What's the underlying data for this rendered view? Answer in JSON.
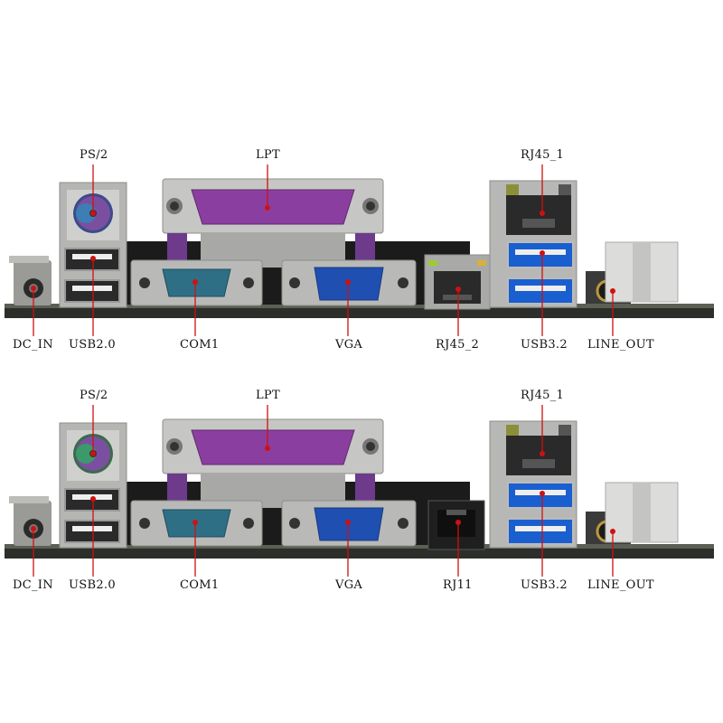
{
  "panels": [
    {
      "id": "top",
      "labels": {
        "ps2": "PS/2",
        "lpt": "LPT",
        "rj45_1": "RJ45_1",
        "dc_in": "DC_IN",
        "usb20": "USB2.0",
        "com1": "COM1",
        "vga": "VGA",
        "middle_port": "RJ45_2",
        "usb32": "USB3.2",
        "line_out": "LINE_OUT"
      }
    },
    {
      "id": "bottom",
      "labels": {
        "ps2": "PS/2",
        "lpt": "LPT",
        "rj45_1": "RJ45_1",
        "dc_in": "DC_IN",
        "usb20": "USB2.0",
        "com1": "COM1",
        "vga": "VGA",
        "middle_port": "RJ11",
        "usb32": "USB3.2",
        "line_out": "LINE_OUT"
      }
    }
  ],
  "colors": {
    "leader_line": "#d01010",
    "ps2_port": "#7b4fa0",
    "lpt_port": "#8a3fa0",
    "com_port": "#2e6f86",
    "vga_port": "#1f4fb0",
    "usb3_port": "#1a5fd0",
    "pcb": "#2c2e2a"
  }
}
